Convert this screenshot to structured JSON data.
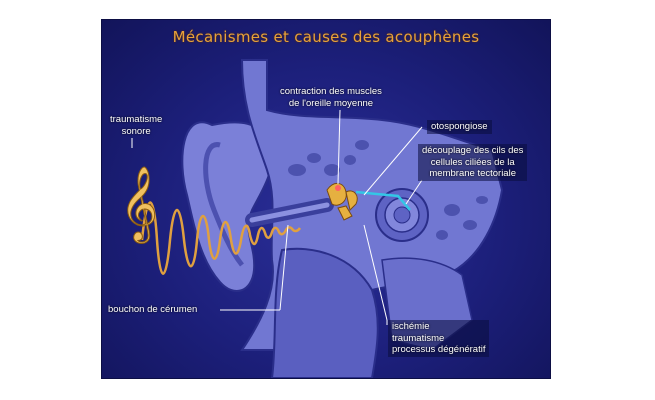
{
  "title": "Mécanismes et causes des acouphènes",
  "labels": {
    "muscles": [
      "contraction des muscles",
      "de l'oreille moyenne"
    ],
    "otospongiose": "otospongiose",
    "traumatisme": [
      "traumatisme",
      "sonore"
    ],
    "cils": [
      "découplage des cils des",
      "cellules ciliées de la",
      "membrane tectoriale"
    ],
    "bouchon": "bouchon de cérumen",
    "ischemie": [
      "ischémie",
      "traumatisme",
      "processus dégénératif"
    ]
  },
  "colors": {
    "background": "#1c1f7a",
    "ear": "#7b80d8",
    "ear_dark": "#4c51b0",
    "title": "#e8a23a",
    "sound_wave": "#e0a040",
    "nerve_line": "#33c6e6",
    "leader_line": "#ffffff"
  },
  "icons": {
    "clef": "treble-clef-icon"
  }
}
